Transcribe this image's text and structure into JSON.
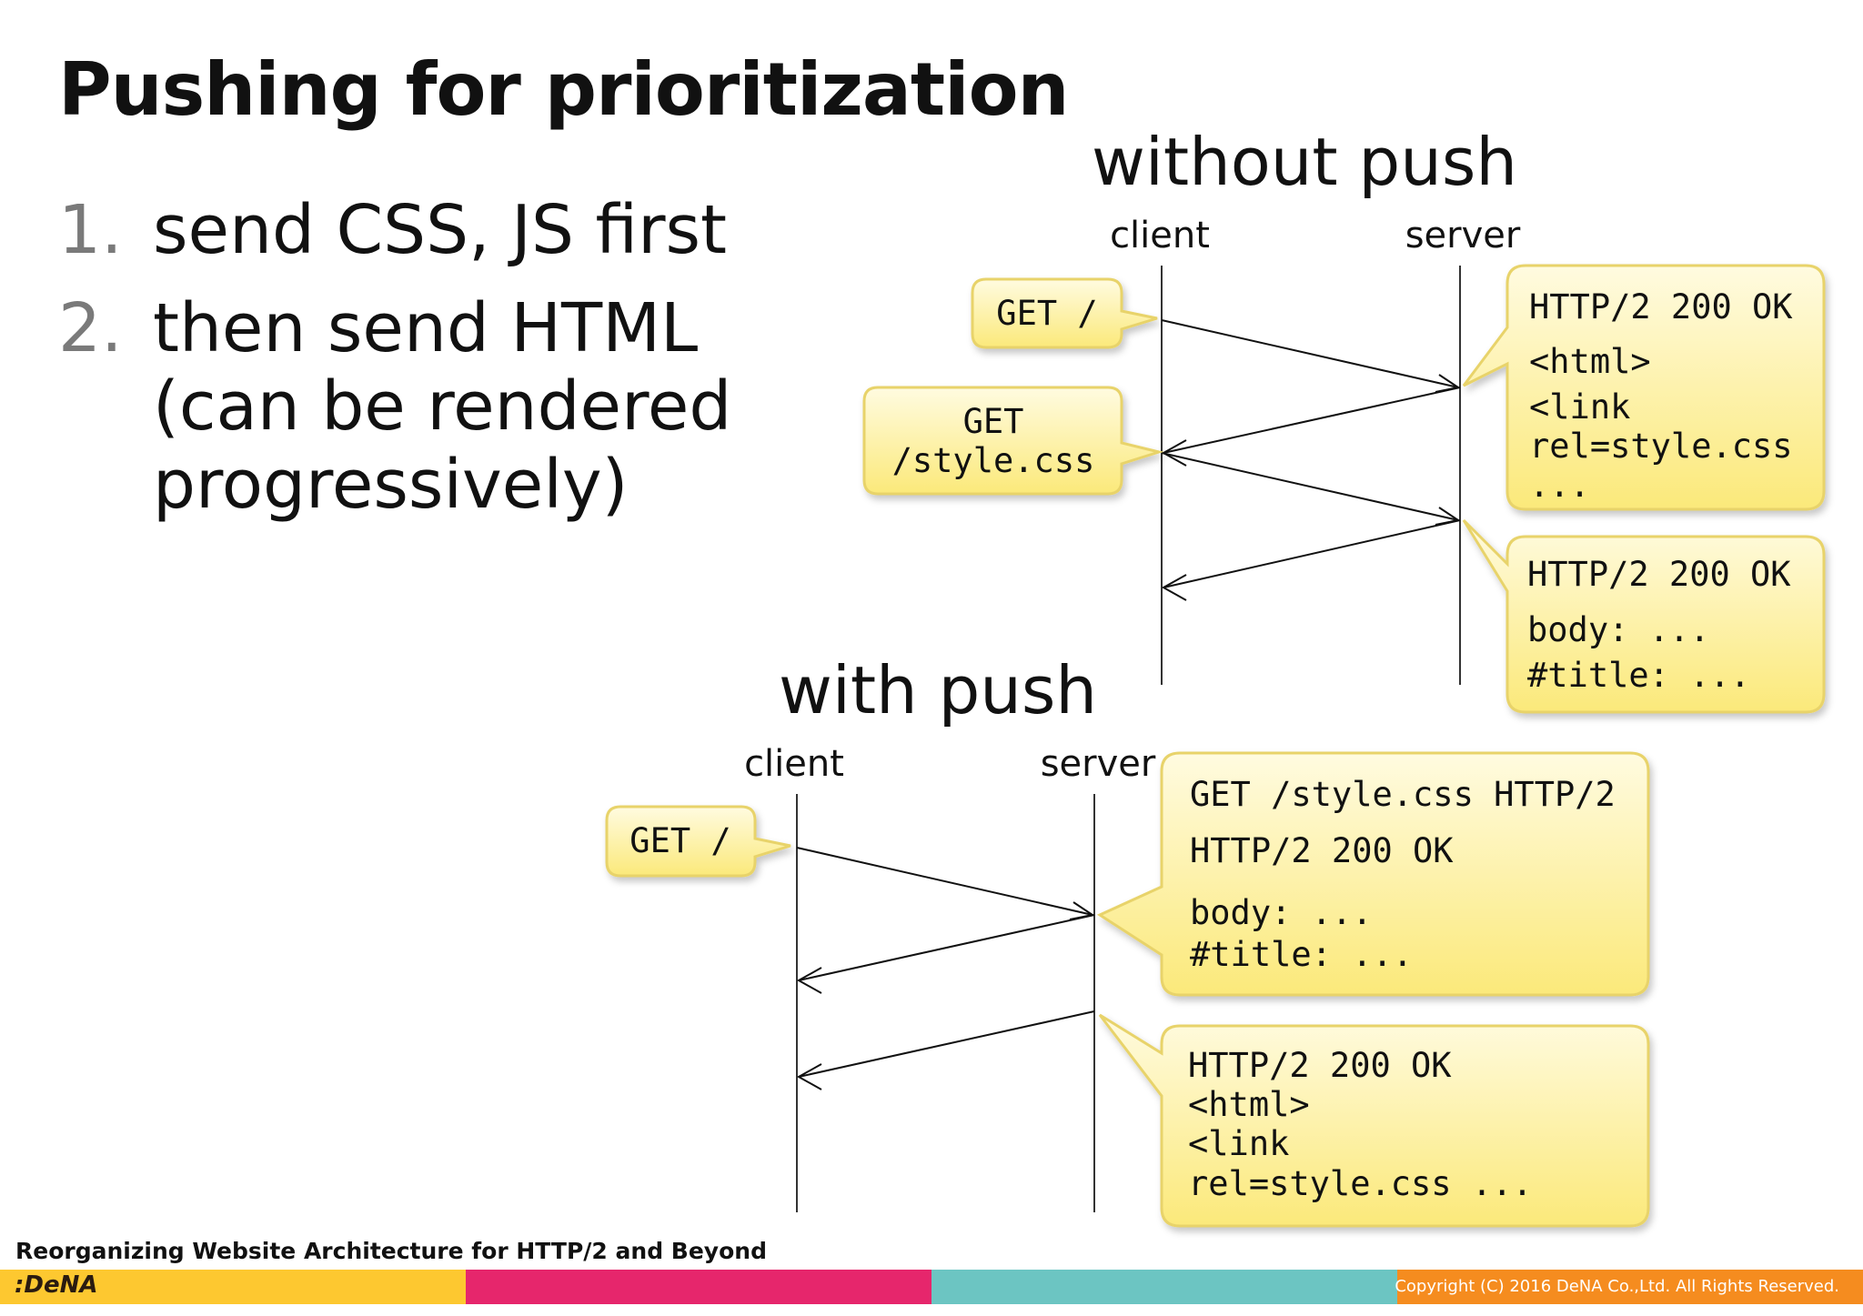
{
  "slide": {
    "title": "Pushing for prioritization",
    "bullets": [
      {
        "num": "1.",
        "lines": [
          "send CSS, JS first"
        ]
      },
      {
        "num": "2.",
        "lines": [
          "then send HTML",
          "(can be rendered",
          "progressively)"
        ]
      }
    ]
  },
  "without_push": {
    "heading": "without push",
    "client_label": "client",
    "server_label": "server",
    "client_bubbles": [
      [
        "GET /"
      ],
      [
        "GET",
        "/style.css"
      ]
    ],
    "server_bubbles": [
      [
        "HTTP/2 200 OK",
        "<html>",
        "<link",
        "rel=style.css",
        "..."
      ],
      [
        "HTTP/2 200 OK",
        "body: ...",
        "#title: ..."
      ]
    ]
  },
  "with_push": {
    "heading": "with push",
    "client_label": "client",
    "server_label": "server",
    "client_bubbles": [
      [
        "GET /"
      ]
    ],
    "server_bubbles": [
      [
        "GET /style.css HTTP/2",
        "HTTP/2 200 OK",
        "body: ...",
        "#title: ..."
      ],
      [
        "HTTP/2 200 OK",
        "<html>",
        "<link",
        "rel=style.css ..."
      ]
    ]
  },
  "footer": {
    "caption": "Reorganizing Website Architecture for HTTP/2 and Beyond",
    "logo": ":DeNA",
    "copyright": "Copyright (C) 2016 DeNA Co.,Ltd. All Rights Reserved.",
    "band_colors": [
      "#fdc830",
      "#e6266c",
      "#6cc5c2",
      "#f58c1f"
    ]
  },
  "colors": {
    "bubble_fill_top": "#fffbe0",
    "bubble_fill_bottom": "#fbe97a",
    "bubble_stroke": "#e8d36a"
  }
}
